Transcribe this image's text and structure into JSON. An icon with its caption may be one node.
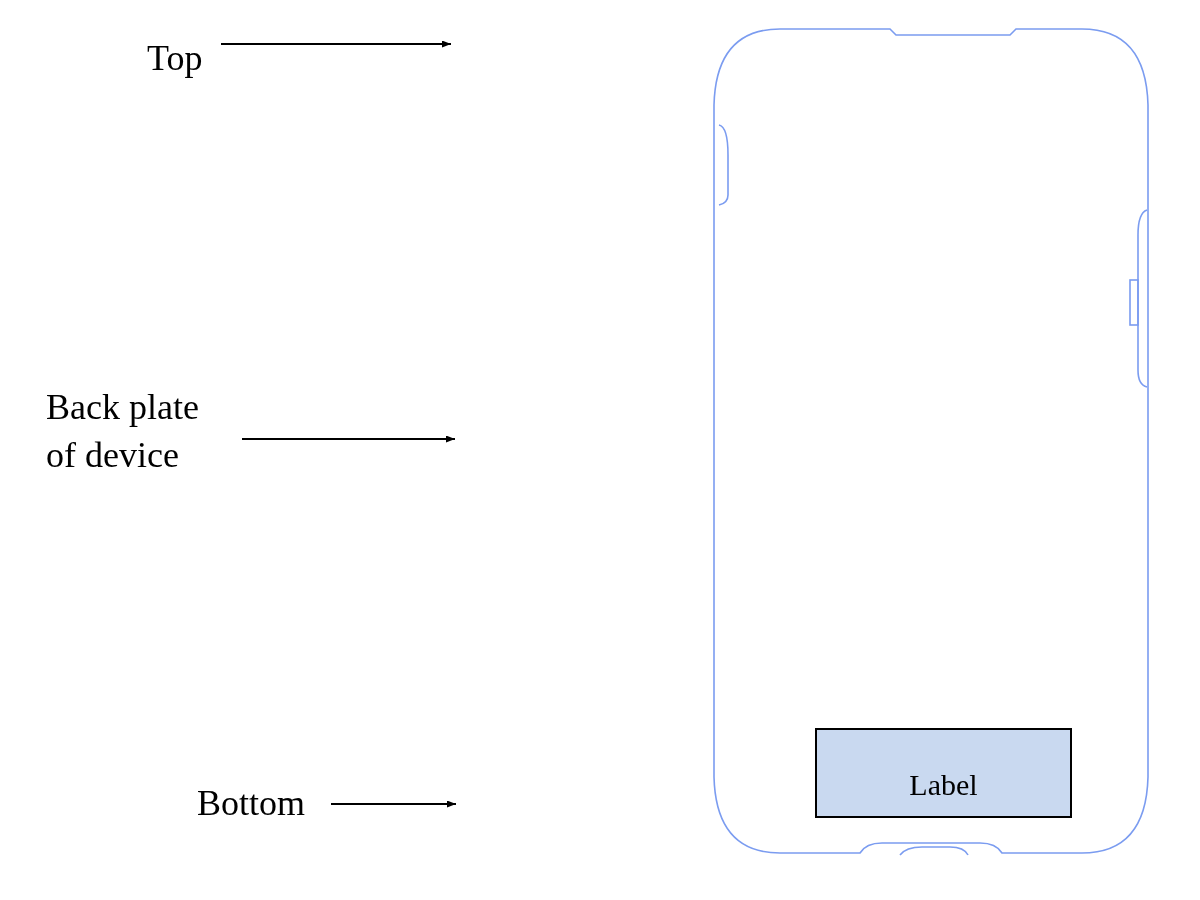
{
  "diagram": {
    "nodes": [
      {
        "text": [
          "Top"
        ]
      },
      {
        "text": [
          "Back plate of device"
        ]
      },
      {
        "text": [
          "Bottom"
        ]
      },
      {
        "text": [],
        "shape": "picture"
      },
      {
        "text": [
          "Label"
        ],
        "in": 3
      }
    ],
    "edges": [
      {
        "from": 0,
        "to": null,
        "arrow": "to"
      },
      {
        "from": 1,
        "to": null,
        "arrow": "to"
      },
      {
        "from": 2,
        "to": null,
        "arrow": "to"
      }
    ]
  }
}
